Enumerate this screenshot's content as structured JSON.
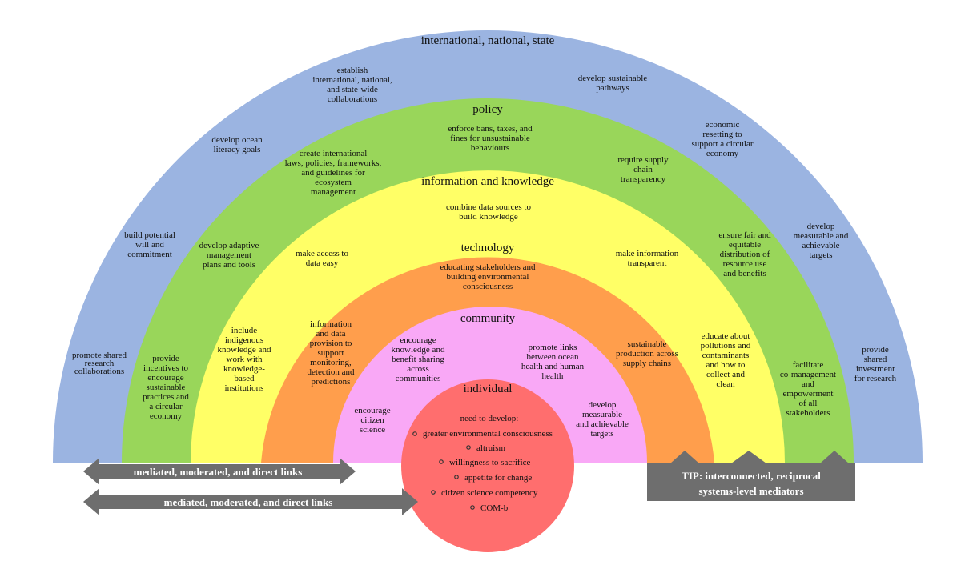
{
  "colors": {
    "band_outer": "#9BB4E1",
    "band_policy": "#99D65A",
    "band_information": "#FFFF66",
    "band_technology": "#FF9E4C",
    "band_community": "#F9A8F6",
    "circle_individual": "#FF6E6E",
    "arrow": "#6E6E6E",
    "tip_box": "#6E6E6E"
  },
  "bands": {
    "outer": {
      "title": "international, national, state",
      "items": [
        "establish international, national, and state-wide collaborations",
        "develop sustainable pathways",
        "develop ocean literacy goals",
        "economic resetting to support a circular economy",
        "build potential will and commitment",
        "develop measurable and achievable targets",
        "promote shared research collaborations",
        "provide shared investment for research"
      ]
    },
    "policy": {
      "title": "policy",
      "items": [
        "enforce bans, taxes, and fines for unsustainable behaviours",
        "create international laws, policies, frameworks, and guidelines for ecosystem management",
        "require supply chain transparency",
        "develop adaptive management plans and tools",
        "ensure fair and equitable distribution of resource use and benefits",
        "provide incentives to encourage sustainable practices and a circular economy",
        "facilitate co-management and empowerment of all stakeholders"
      ]
    },
    "information": {
      "title": "information and knowledge",
      "items": [
        "combine data sources to build knowledge",
        "make access to data easy",
        "make information transparent",
        "include indigenous knowledge and work with knowledge-based institutions",
        "educate about pollutions and contaminants and how to collect and clean"
      ]
    },
    "technology": {
      "title": "technology",
      "items": [
        "educating stakeholders and building environmental consciousness",
        "information and data provision to support monitoring, detection and predictions",
        "sustainable production across supply chains"
      ]
    },
    "community": {
      "title": "community",
      "items": [
        "encourage knowledge and benefit sharing across communities",
        "promote links between ocean health and human health",
        "encourage citizen science",
        "develop measurable and achievable targets"
      ]
    },
    "individual": {
      "title": "individual",
      "subtitle": "need to develop:",
      "items": [
        "greater environmental consciousness",
        "altruism",
        "willingness to sacrifice",
        "appetite for change",
        "citizen science competency",
        "COM-b"
      ]
    }
  },
  "arrows": {
    "upper": "mediated, moderated, and direct links",
    "lower": "mediated, moderated, and direct links"
  },
  "tip": {
    "line1": "TIP: interconnected, reciprocal",
    "line2": "systems-level mediators"
  }
}
